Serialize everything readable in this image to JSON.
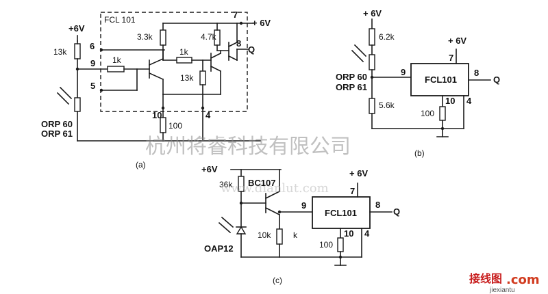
{
  "circuit_a": {
    "ic_label": "FCL 101",
    "supply_left": "+6V",
    "supply_right": "+ 6V",
    "pin_6": "6",
    "pin_7": "7",
    "pin_8": "8",
    "pin_9": "9",
    "pin_5": "5",
    "pin_10": "10",
    "pin_4": "4",
    "r_13k_left": "13k",
    "r_3_3k": "3.3k",
    "r_4_7k": "4.7k",
    "r_1k_left": "1k",
    "r_1k_mid": "1k",
    "r_13k_inner": "13k",
    "r_100": "100",
    "output": "Q",
    "sensor_1": "ORP 60",
    "sensor_2": "ORP 61",
    "caption": "(a)"
  },
  "circuit_b": {
    "supply_top": "+ 6V",
    "supply_ic": "+ 6V",
    "r_6_2k": "6.2k",
    "r_5_6k": "5.6k",
    "r_100": "100",
    "ic_label": "FCL101",
    "pin_9": "9",
    "pin_8": "8",
    "pin_7": "7",
    "pin_10": "10",
    "pin_4": "4",
    "output": "Q",
    "sensor_1": "ORP 60",
    "sensor_2": "ORP 61",
    "caption": "(b)"
  },
  "circuit_c": {
    "supply_left": "+6V",
    "supply_ic": "+ 6V",
    "r_36k": "36k",
    "transistor": "BC107",
    "r_10k": "10k",
    "r_k": "k",
    "r_100": "100",
    "ic_label": "FCL101",
    "pin_9": "9",
    "pin_8": "8",
    "pin_7": "7",
    "pin_10": "10",
    "pin_4": "4",
    "output": "Q",
    "sensor": "OAP12",
    "caption": "(c)"
  },
  "watermark": {
    "company": "杭州将睿科技有限公司",
    "url": "www.dianlut.com"
  },
  "brand": {
    "name_cn": "接线图",
    "dotcom": ".com",
    "site": "jiexiantu"
  }
}
